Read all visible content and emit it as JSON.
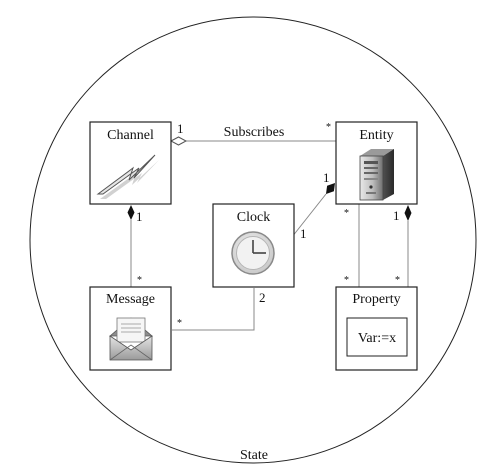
{
  "boundary_label": "State",
  "classes": {
    "channel": "Channel",
    "entity": "Entity",
    "clock": "Clock",
    "message": "Message",
    "property": "Property"
  },
  "property_value": "Var:=x",
  "associations": {
    "subscribes": {
      "label": "Subscribes",
      "channel_end": "1",
      "entity_end": "*"
    },
    "channel_message": {
      "channel_end": "1",
      "message_end": "*"
    },
    "clock_entity": {
      "entity_end": "1",
      "clock_end": "1"
    },
    "clock_message": {
      "clock_end": "2",
      "message_end": "*"
    },
    "entity_property": {
      "entity_end": "*",
      "property_end": "*"
    },
    "entity_property_composition": {
      "entity_end": "1",
      "property_end": "*"
    }
  },
  "icons": {
    "channel": "lightning-icon",
    "entity": "server-icon",
    "clock": "clock-icon",
    "message": "envelope-icon"
  }
}
